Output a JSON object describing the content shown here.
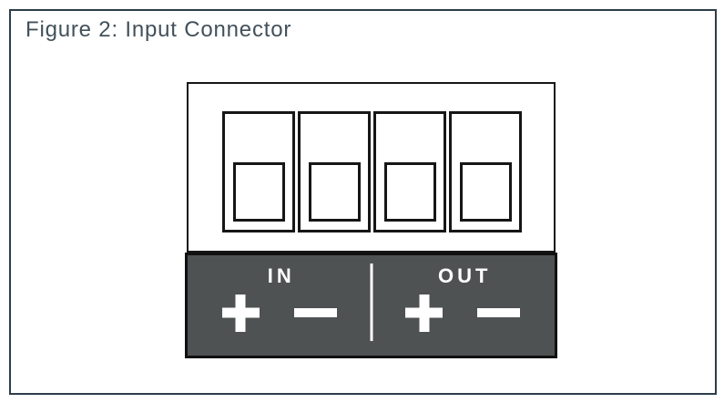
{
  "figure": {
    "title": "Figure 2: Input Connector"
  },
  "connector": {
    "terminal_count": 4,
    "sections": [
      {
        "label": "IN",
        "positive_symbol": "+",
        "negative_symbol": "−"
      },
      {
        "label": "OUT",
        "positive_symbol": "+",
        "negative_symbol": "−"
      }
    ]
  },
  "icons": {
    "plus": "plus-icon (thick white cross)",
    "minus": "minus-icon (thick white dash)"
  },
  "colors": {
    "frame_border": "#2c3d4a",
    "title_text": "#43515b",
    "diagram_line": "#161616",
    "label_bar_background": "#4f5253",
    "label_bar_border": "#101010",
    "label_text": "#ffffff"
  }
}
